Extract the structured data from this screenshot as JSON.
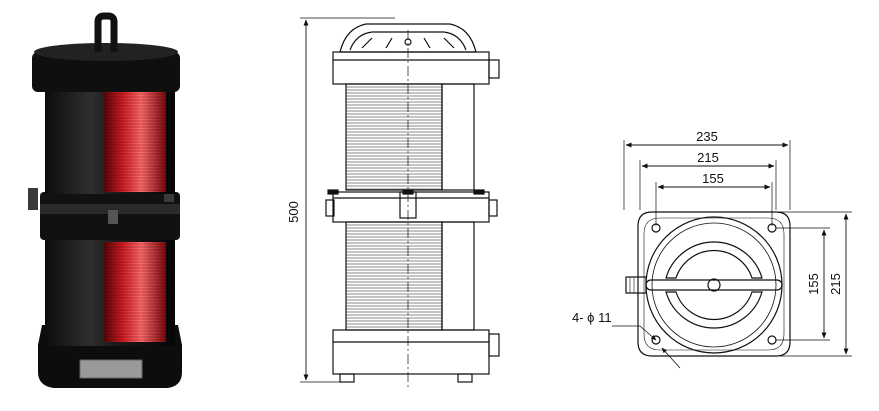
{
  "product": {
    "lens_color": "#c01418",
    "body_color": "#1a1a1a"
  },
  "side_view": {
    "height": "500"
  },
  "top_view": {
    "width_outer": "235",
    "width_mid": "215",
    "width_inner": "155",
    "height_inner": "155",
    "height_outer": "215",
    "hole_callout": "4- ϕ 11"
  }
}
